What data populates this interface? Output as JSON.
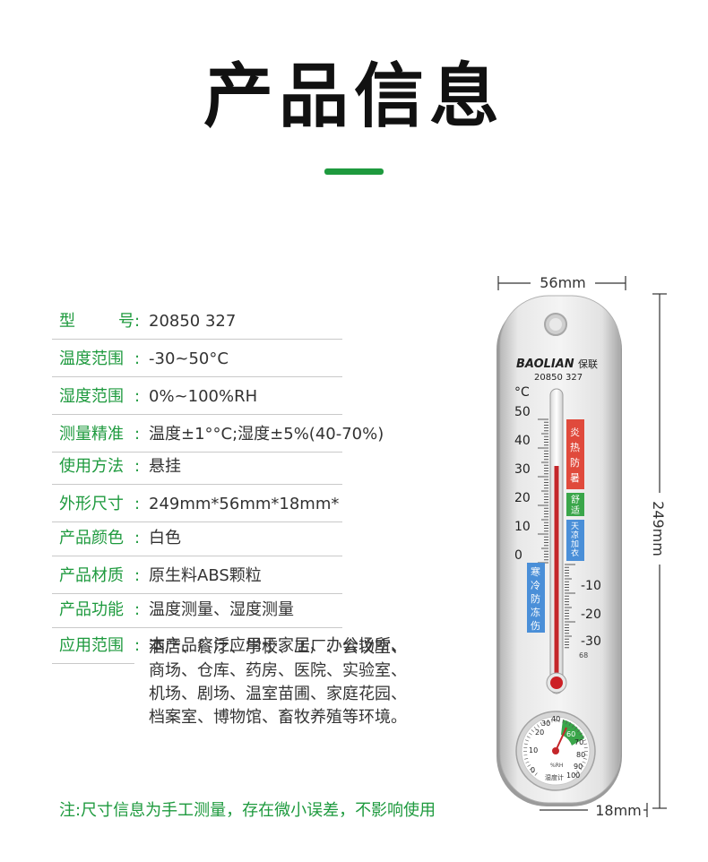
{
  "page_title": "产品信息",
  "specs": [
    {
      "label": "型 号",
      "value": "20850 327"
    },
    {
      "label": "温度范围",
      "value": "-30~50°C"
    },
    {
      "label": "湿度范围",
      "value": "0%~100%RH"
    },
    {
      "label": "测量精准",
      "value": "温度±1°°C;湿度±5%(40-70%)"
    },
    {
      "label": "使用方法",
      "value": "悬挂"
    },
    {
      "label": "外形尺寸",
      "value": "249mm*56mm*18mm*"
    },
    {
      "label": "产品颜色",
      "value": "白色"
    },
    {
      "label": "产品材质",
      "value": "原生料ABS颗粒"
    },
    {
      "label": "产品功能",
      "value": "温度测量、湿度测量"
    },
    {
      "label": "应用范围",
      "value": "本产品广泛应用于家居、办公场所、"
    }
  ],
  "usage_cont": [
    "酒店、餐厅、学校、工厂、会议室、",
    "商场、仓库、药房、医院、实验室、",
    "机场、剧场、温室苗圃、家庭花园、",
    "档案室、博物馆、畜牧养殖等环境。"
  ],
  "note": "注:尺寸信息为手工测量，存在微小误差，不影响使用",
  "product": {
    "brand": "BAOLIAN",
    "brand_cn": "保联",
    "model": "20850  327",
    "unit": "°C",
    "left_scale": [
      "50",
      "40",
      "30",
      "20",
      "10",
      "0"
    ],
    "right_scale": [
      "-10",
      "-20",
      "-30"
    ],
    "small_mark": "68",
    "zone_hot": "炎热防暑",
    "zone_comfort": "舒适",
    "zone_cool": "天凉加衣",
    "zone_cold": "寒冷防冻伤",
    "hygro_ticks": [
      "20",
      "30",
      "40",
      "60",
      "70",
      "80",
      "90",
      "100",
      "0",
      "10"
    ],
    "hygro_label": "湿度计",
    "hygro_unit": "%RH",
    "dim_width": "56mm",
    "dim_height": "249mm",
    "dim_depth": "18mm"
  },
  "colors": {
    "accent": "#1e9a3e",
    "hot": "#e04a3c",
    "comfort": "#3aa64a",
    "cool": "#4a8fd8"
  }
}
